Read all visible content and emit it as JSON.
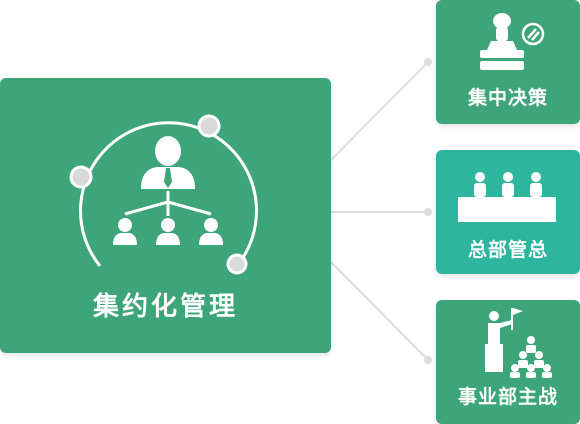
{
  "main": {
    "title": "集约化管理",
    "color": "#3ea47a"
  },
  "cards": [
    {
      "label": "集中决策",
      "icon": "seal-stamp-icon",
      "color": "#3ea47a"
    },
    {
      "label": "总部管总",
      "icon": "conference-table-icon",
      "color": "#2db59e"
    },
    {
      "label": "事业部主战",
      "icon": "flag-leader-icon",
      "color": "#3ea47a"
    }
  ],
  "connector_color": "#dddddd"
}
